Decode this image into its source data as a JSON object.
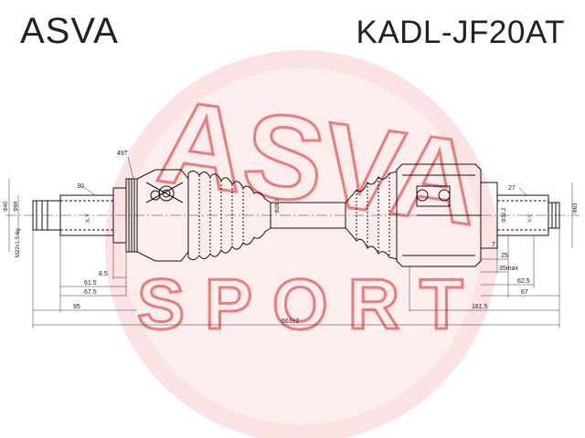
{
  "header": {
    "brand": "ASVA",
    "part_number": "KADL-JF20AT"
  },
  "watermark": {
    "brand": "ASVA",
    "tagline": "SPORT",
    "color": "#f4c7c7"
  },
  "dimensions": {
    "outer_spline_teeth": "30",
    "abs_ring_teeth": "49T",
    "inner_spline_teeth": "27",
    "outer_thread": "M22x1.5-6g",
    "outer_seal_dia": "Φ84",
    "outer_body_dia": "Φ40",
    "shaft_dia": "Φ28.1",
    "inner_seal_dia": "Φ32.2",
    "inner_body_dia": "Φ63",
    "outer_spline_note": "X-Y",
    "inner_spline_note": "Y-Y",
    "d_8_5": "8.5",
    "d_61_5": "61.5",
    "d_67_5": "67.5",
    "d_95": "95",
    "d_total": "663±2",
    "d_161_5": "161.5",
    "d_7": "7",
    "d_25": "25",
    "d_35max": "35max",
    "d_62_5": "62.5",
    "d_67": "67"
  }
}
